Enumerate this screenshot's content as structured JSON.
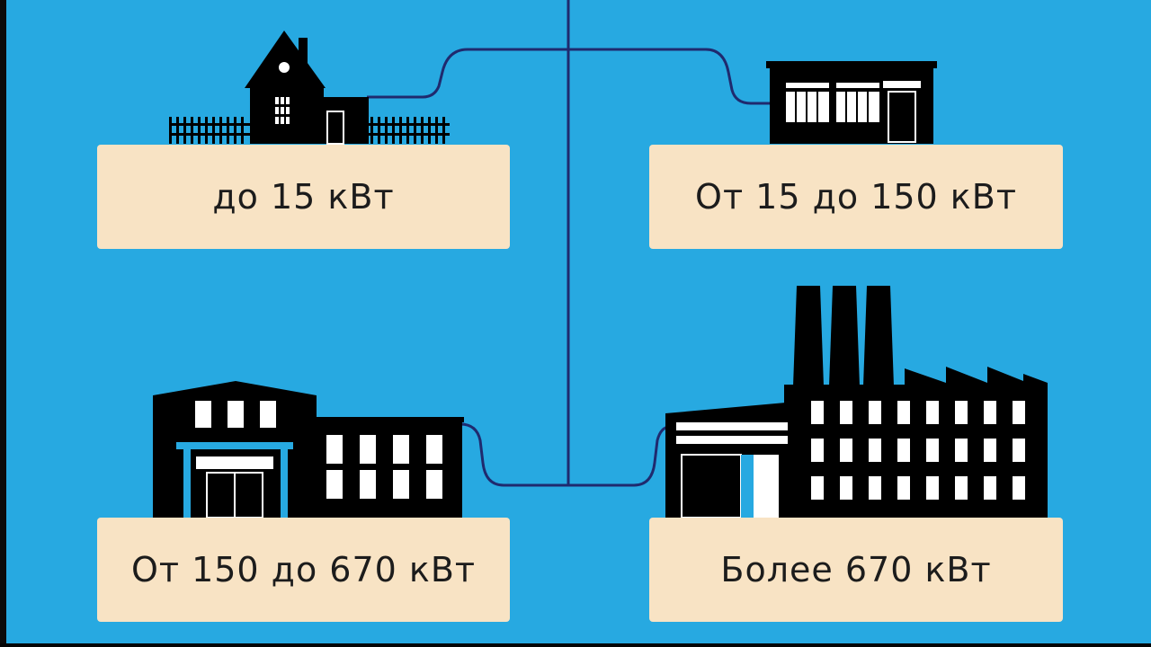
{
  "colors": {
    "background": "#27a9e1",
    "box": "#f8e3c4",
    "silhouette": "#000000",
    "wire": "#1f2a6e"
  },
  "categories": [
    {
      "label": "до 15 кВт",
      "icon": "house-icon"
    },
    {
      "label": "От 15 до 150 кВт",
      "icon": "small-shop-icon"
    },
    {
      "label": "От 150 до 670 кВт",
      "icon": "office-building-icon"
    },
    {
      "label": "Более 670 кВт",
      "icon": "factory-icon"
    }
  ]
}
